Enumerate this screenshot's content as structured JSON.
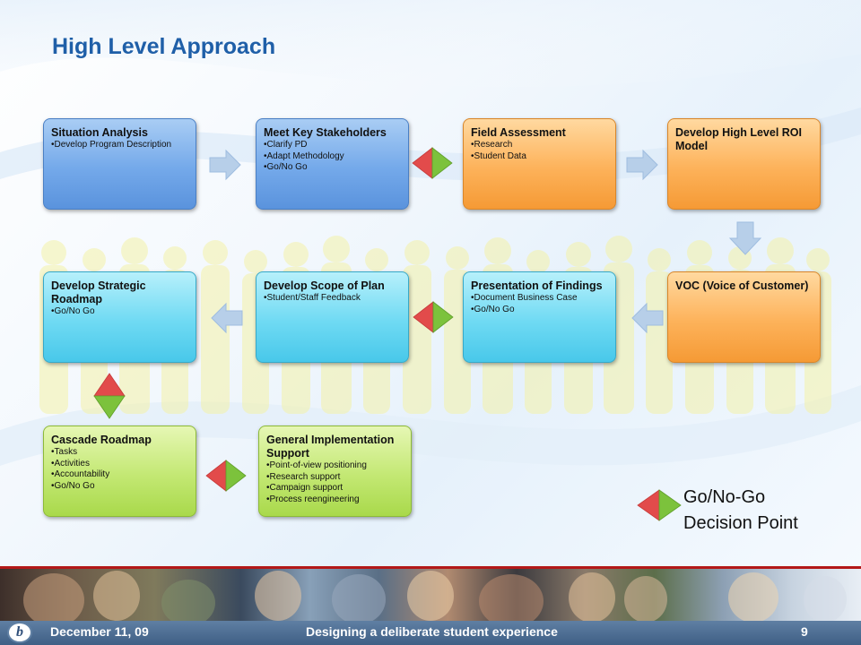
{
  "slide_title": "High Level Approach",
  "boxes": [
    {
      "title": "Situation Analysis",
      "items": [
        "•Develop Program Description"
      ]
    },
    {
      "title": "Meet Key Stakeholders",
      "items": [
        "•Clarify PD",
        "•Adapt Methodology",
        "•Go/No Go"
      ]
    },
    {
      "title": "Field Assessment",
      "items": [
        "•Research",
        "•Student Data"
      ]
    },
    {
      "title": "Develop High Level ROI Model",
      "items": []
    },
    {
      "title": "VOC (Voice of Customer)",
      "items": []
    },
    {
      "title": "Presentation of Findings",
      "items": [
        "•Document Business Case",
        "•Go/No Go"
      ]
    },
    {
      "title": "Develop Scope of Plan",
      "items": [
        "•Student/Staff Feedback"
      ]
    },
    {
      "title": "Develop Strategic Roadmap",
      "items": [
        "•Go/No Go"
      ]
    },
    {
      "title": "Cascade Roadmap",
      "items": [
        "•Tasks",
        "•Activities",
        "•Accountability",
        "•Go/No Go"
      ]
    },
    {
      "title": "General Implementation Support",
      "items": [
        "•Point-of-view positioning",
        "•Research support",
        "•Campaign support",
        "•Process reengineering"
      ]
    }
  ],
  "legend": {
    "line1": "Go/No-Go",
    "line2": "Decision Point"
  },
  "footer": {
    "date": "December 11, 09",
    "subtitle": "Designing a deliberate student experience",
    "page": "9",
    "logo_letter": "b"
  },
  "colors": {
    "title": "#1f5fa8",
    "blue": "#74a9ea",
    "orange": "#fdb25a",
    "cyan": "#6fdaf3",
    "green": "#c3e873",
    "diamond_red": "#e24b4b",
    "diamond_green": "#7cc23c",
    "arrow": "#b7cfe9"
  }
}
